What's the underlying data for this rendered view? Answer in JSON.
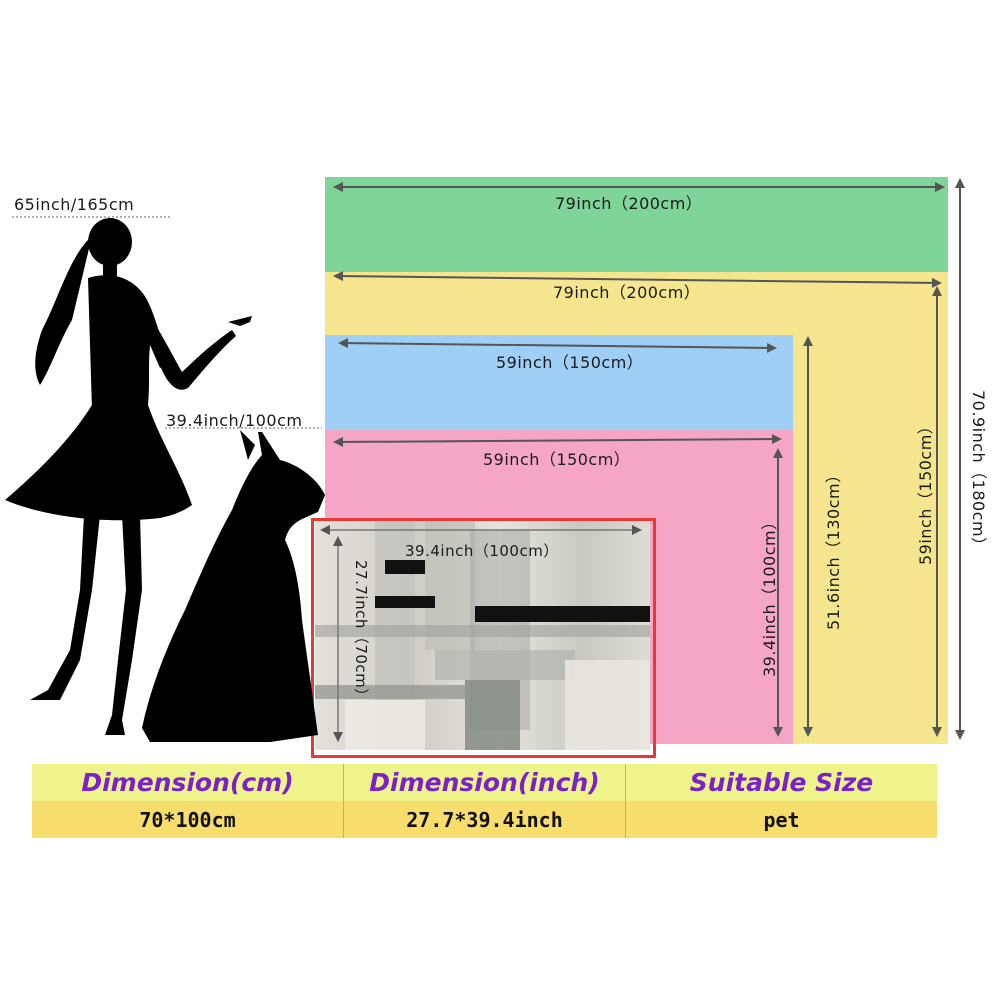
{
  "labels": {
    "person_height": "65inch/165cm",
    "dog_height": "39.4inch/100cm",
    "green_width": "79inch（200cm）",
    "yellow_width": "79inch（200cm）",
    "blue_width": "59inch（150cm）",
    "pink_width": "59inch（150cm）",
    "rug_width": "39.4inch（100cm）",
    "rug_height": "27.7inch（70cm）",
    "pink_height": "39.4inch（100cm）",
    "blue_height": "51.6inch（130cm）",
    "yellow_height": "59inch（150cm）",
    "green_height": "70.9inch（180cm）"
  },
  "colors": {
    "green": "#7fd49a",
    "yellow": "#f5e58f",
    "blue": "#9fcff5",
    "pink": "#f5a6c6",
    "highlight_border": "#e53935",
    "table_header_bg": "#eef48a",
    "table_body_bg": "#f7dd6c",
    "header_text": "#7a22c8"
  },
  "icons": {
    "person": "woman-silhouette-icon",
    "dog": "dog-silhouette-icon"
  },
  "table": {
    "headers": [
      "Dimension(cm)",
      "Dimension(inch)",
      "Suitable Size"
    ],
    "rows": [
      [
        "70*100cm",
        "27.7*39.4inch",
        "pet"
      ]
    ]
  }
}
